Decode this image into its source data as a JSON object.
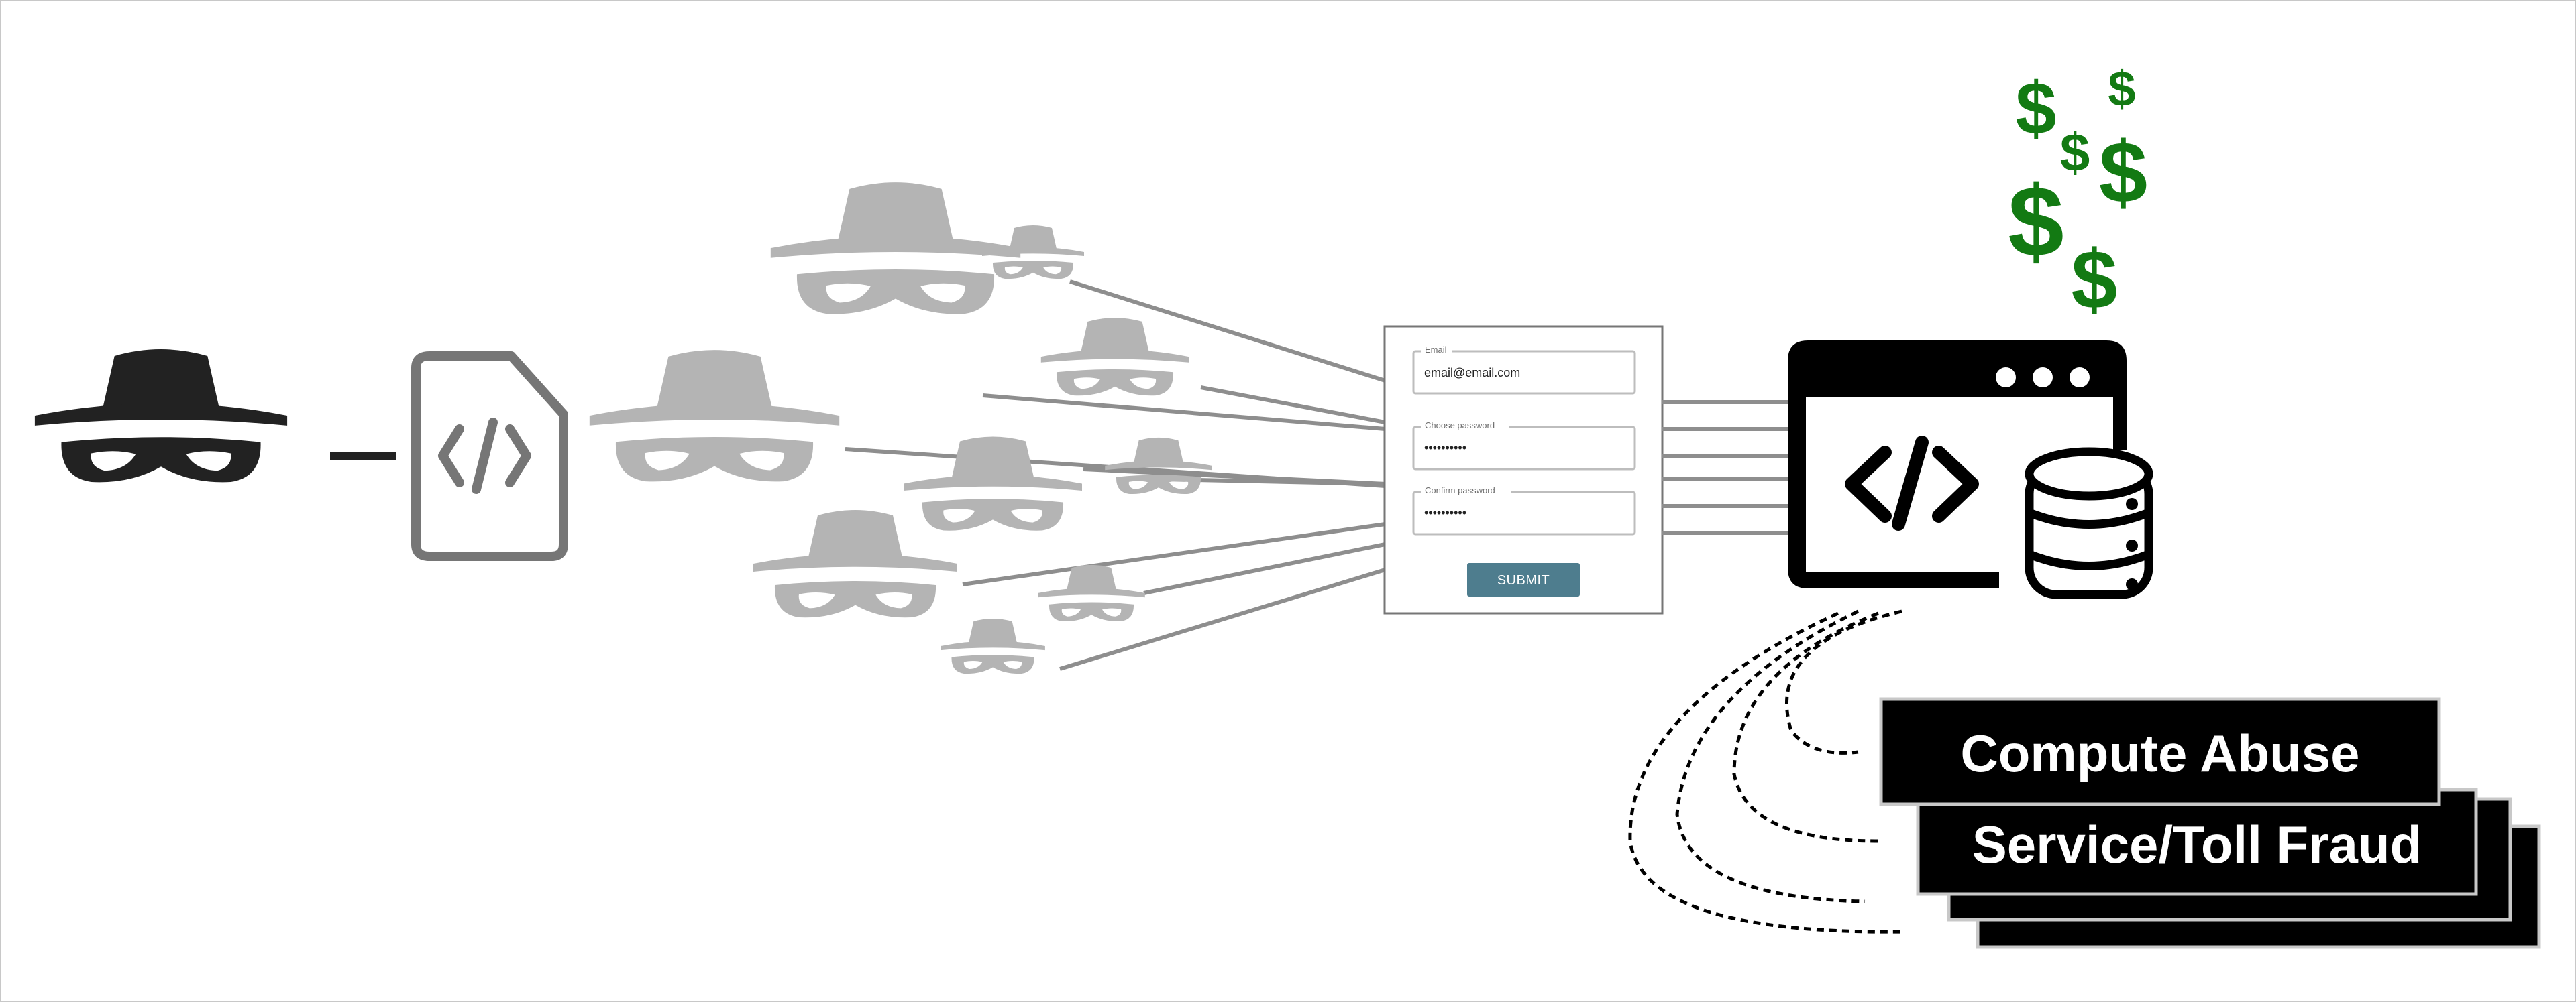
{
  "colors": {
    "attacker": "#222222",
    "bot": "#b4b4b4",
    "link": "#8e8e8e",
    "money": "#137a13",
    "submit": "#4e7d8e",
    "stack": "#000000"
  },
  "icons": {
    "attacker": "hat-and-mask-icon",
    "script": "code-file-icon",
    "bots": "hat-and-mask-icon",
    "app": "browser-code-window-icon",
    "database": "database-icon",
    "money": "dollar-sign-icon"
  },
  "form": {
    "email_label": "Email",
    "email_value": "email@email.com",
    "password_label": "Choose password",
    "password_value": "••••••••••",
    "confirm_label": "Confirm password",
    "confirm_value": "••••••••••",
    "submit_label": "SUBMIT"
  },
  "money_symbol": "$",
  "outcomes": [
    "Compute Abuse",
    "Service/Toll Fraud"
  ]
}
